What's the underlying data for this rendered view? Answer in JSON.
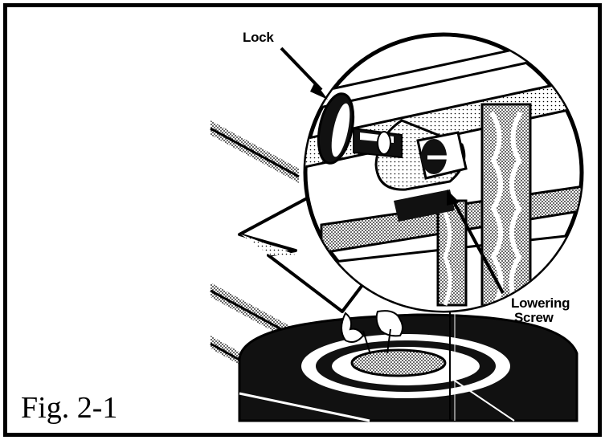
{
  "figure": {
    "caption": "Fig. 2-1",
    "labels": {
      "lock": "Lock",
      "lowering_screw_line1": "Lowering",
      "lowering_screw_line2": "Screw"
    }
  },
  "colors": {
    "ink": "#000000",
    "paper": "#ffffff",
    "shade": "#777777"
  }
}
